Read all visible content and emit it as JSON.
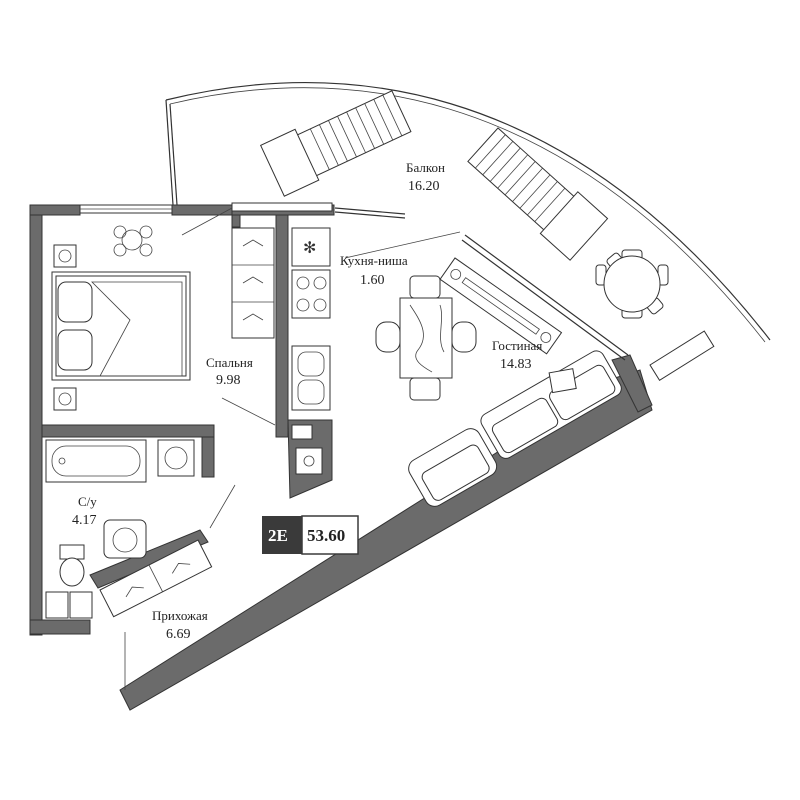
{
  "rooms": {
    "balcony": {
      "name": "Балкон",
      "area": "16.20"
    },
    "kitchen": {
      "name": "Кухня-ниша",
      "area": "1.60"
    },
    "living": {
      "name": "Гостиная",
      "area": "14.83"
    },
    "bedroom": {
      "name": "Спальня",
      "area": "9.98"
    },
    "bathroom": {
      "name": "С/у",
      "area": "4.17"
    },
    "hallway": {
      "name": "Прихожая",
      "area": "6.69"
    }
  },
  "badge": {
    "type": "2E",
    "total_area": "53.60"
  }
}
